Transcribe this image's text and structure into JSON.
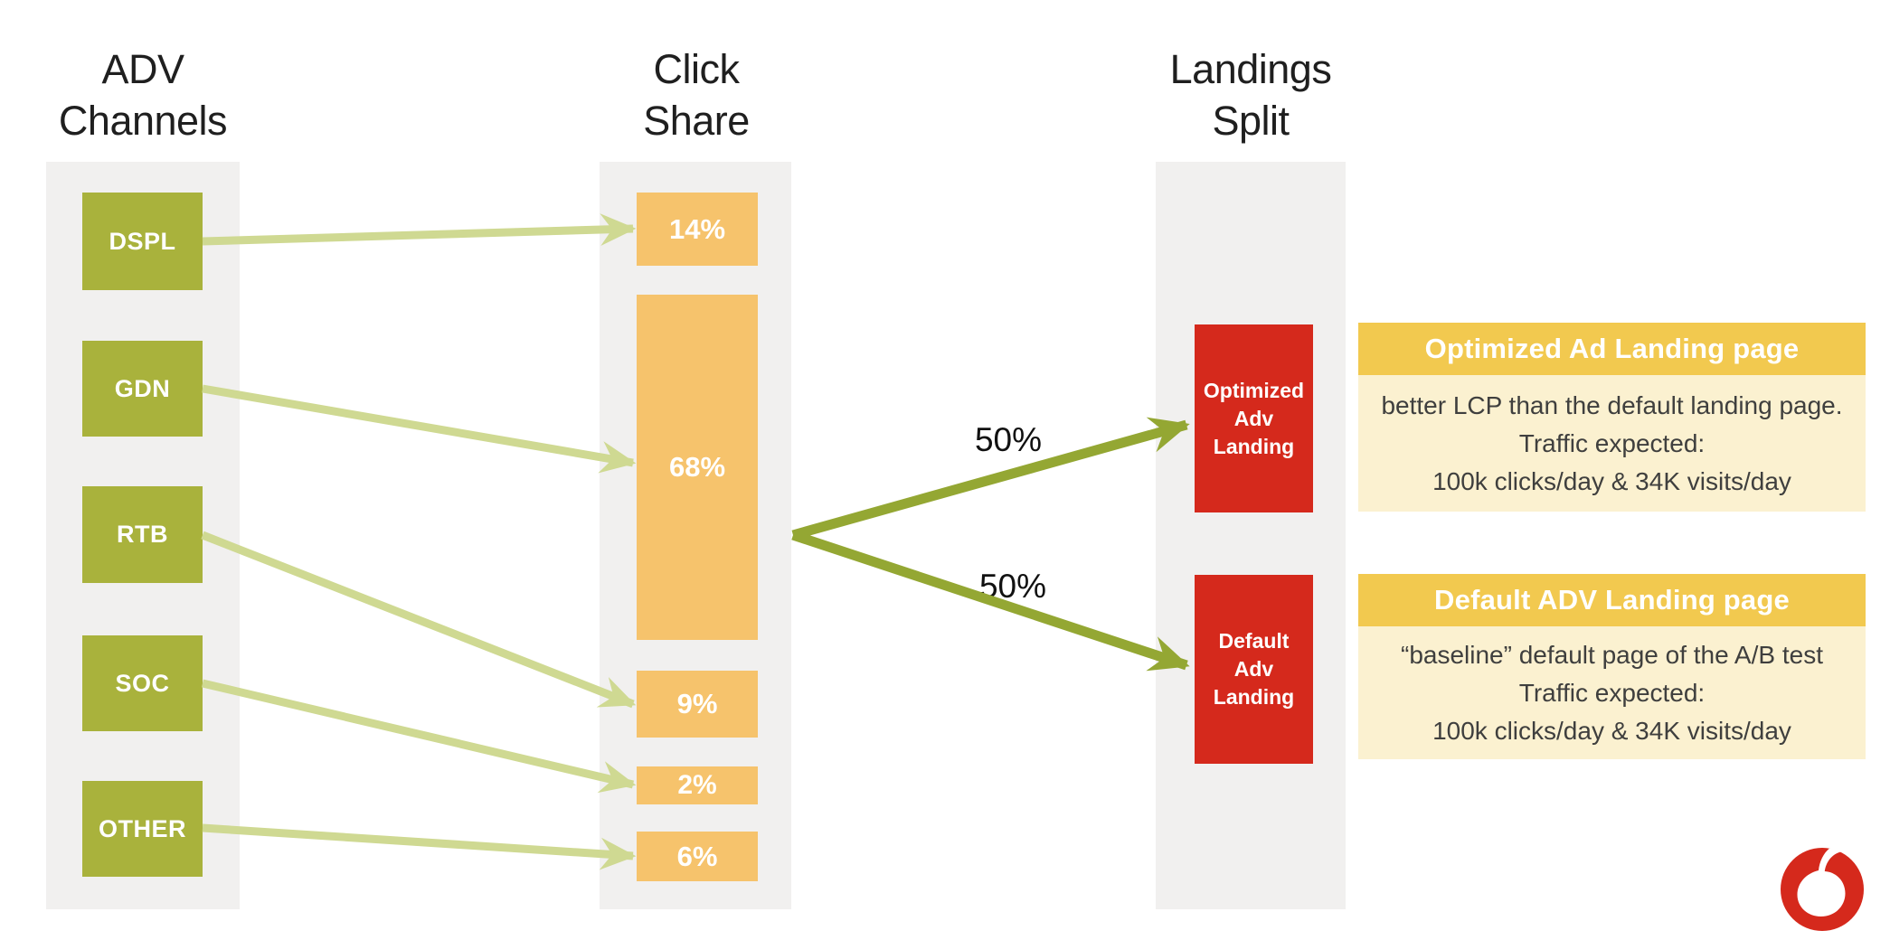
{
  "columns": {
    "adv": {
      "line1": "ADV",
      "line2": "Channels"
    },
    "click": {
      "line1": "Click",
      "line2": "Share"
    },
    "landings": {
      "line1": "Landings",
      "line2": "Split"
    }
  },
  "adv_channels": {
    "items": [
      "DSPL",
      "GDN",
      "RTB",
      "SOC",
      "OTHER"
    ]
  },
  "click_share": {
    "values": [
      "14%",
      "68%",
      "9%",
      "2%",
      "6%"
    ]
  },
  "split": {
    "upper_label": "50%",
    "lower_label": "50%"
  },
  "landing_boxes": {
    "optimized": {
      "line1": "Optimized",
      "line2": "Adv",
      "line3": "Landing"
    },
    "default": {
      "line1": "Default",
      "line2": "Adv",
      "line3": "Landing"
    }
  },
  "cards": {
    "optimized": {
      "title": "Optimized Ad Landing page",
      "body1": "better LCP than the default landing page.",
      "body2": "Traffic expected:",
      "body3": "100k clicks/day & 34K visits/day"
    },
    "default": {
      "title": "Default ADV Landing page",
      "body1": "“baseline” default page of the A/B test",
      "body2": "Traffic expected:",
      "body3": "100k clicks/day & 34K visits/day"
    }
  },
  "flows": [
    {
      "from": "DSPL",
      "to": "14%"
    },
    {
      "from": "GDN",
      "to": "68%"
    },
    {
      "from": "RTB",
      "to": "9%"
    },
    {
      "from": "SOC",
      "to": "2%"
    },
    {
      "from": "OTHER",
      "to": "6%"
    },
    {
      "from": "68%",
      "to": "Optimized Adv Landing",
      "share": "50%"
    },
    {
      "from": "68%",
      "to": "Default Adv Landing",
      "share": "50%"
    }
  ],
  "colors": {
    "panel_gray": "#f1f0ef",
    "channel_green": "#a9b23c",
    "pale_arrow": "#cfd992",
    "dark_arrow": "#94a733",
    "share_orange": "#f6c36c",
    "landing_red": "#d5291c",
    "card_header_yellow": "#f2c94f",
    "card_body_yellow": "#fbf1d0",
    "logo_red": "#d5291c"
  }
}
